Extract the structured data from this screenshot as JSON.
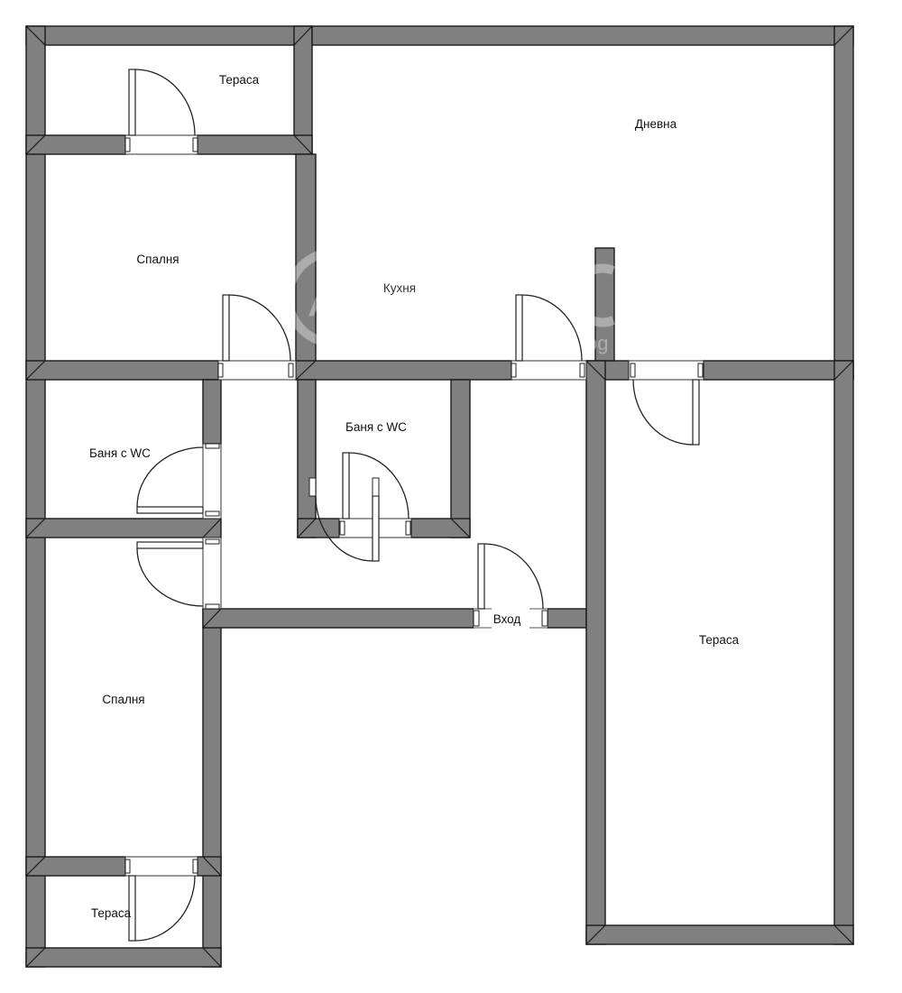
{
  "plan": {
    "wall_color": "#808080",
    "background": "#ffffff",
    "watermark_text": "bg"
  },
  "rooms": {
    "terrace_top": {
      "label": "Тераса"
    },
    "living_room": {
      "label": "Дневна"
    },
    "bedroom_top": {
      "label": "Спалня"
    },
    "kitchen": {
      "label": "Кухня"
    },
    "bath_left": {
      "label": "Баня с WC"
    },
    "bath_center": {
      "label": "Баня с WC"
    },
    "entrance": {
      "label": "Вход"
    },
    "terrace_right": {
      "label": "Тераса"
    },
    "bedroom_bottom": {
      "label": "Спалня"
    },
    "terrace_bottom": {
      "label": "Тераса"
    }
  }
}
